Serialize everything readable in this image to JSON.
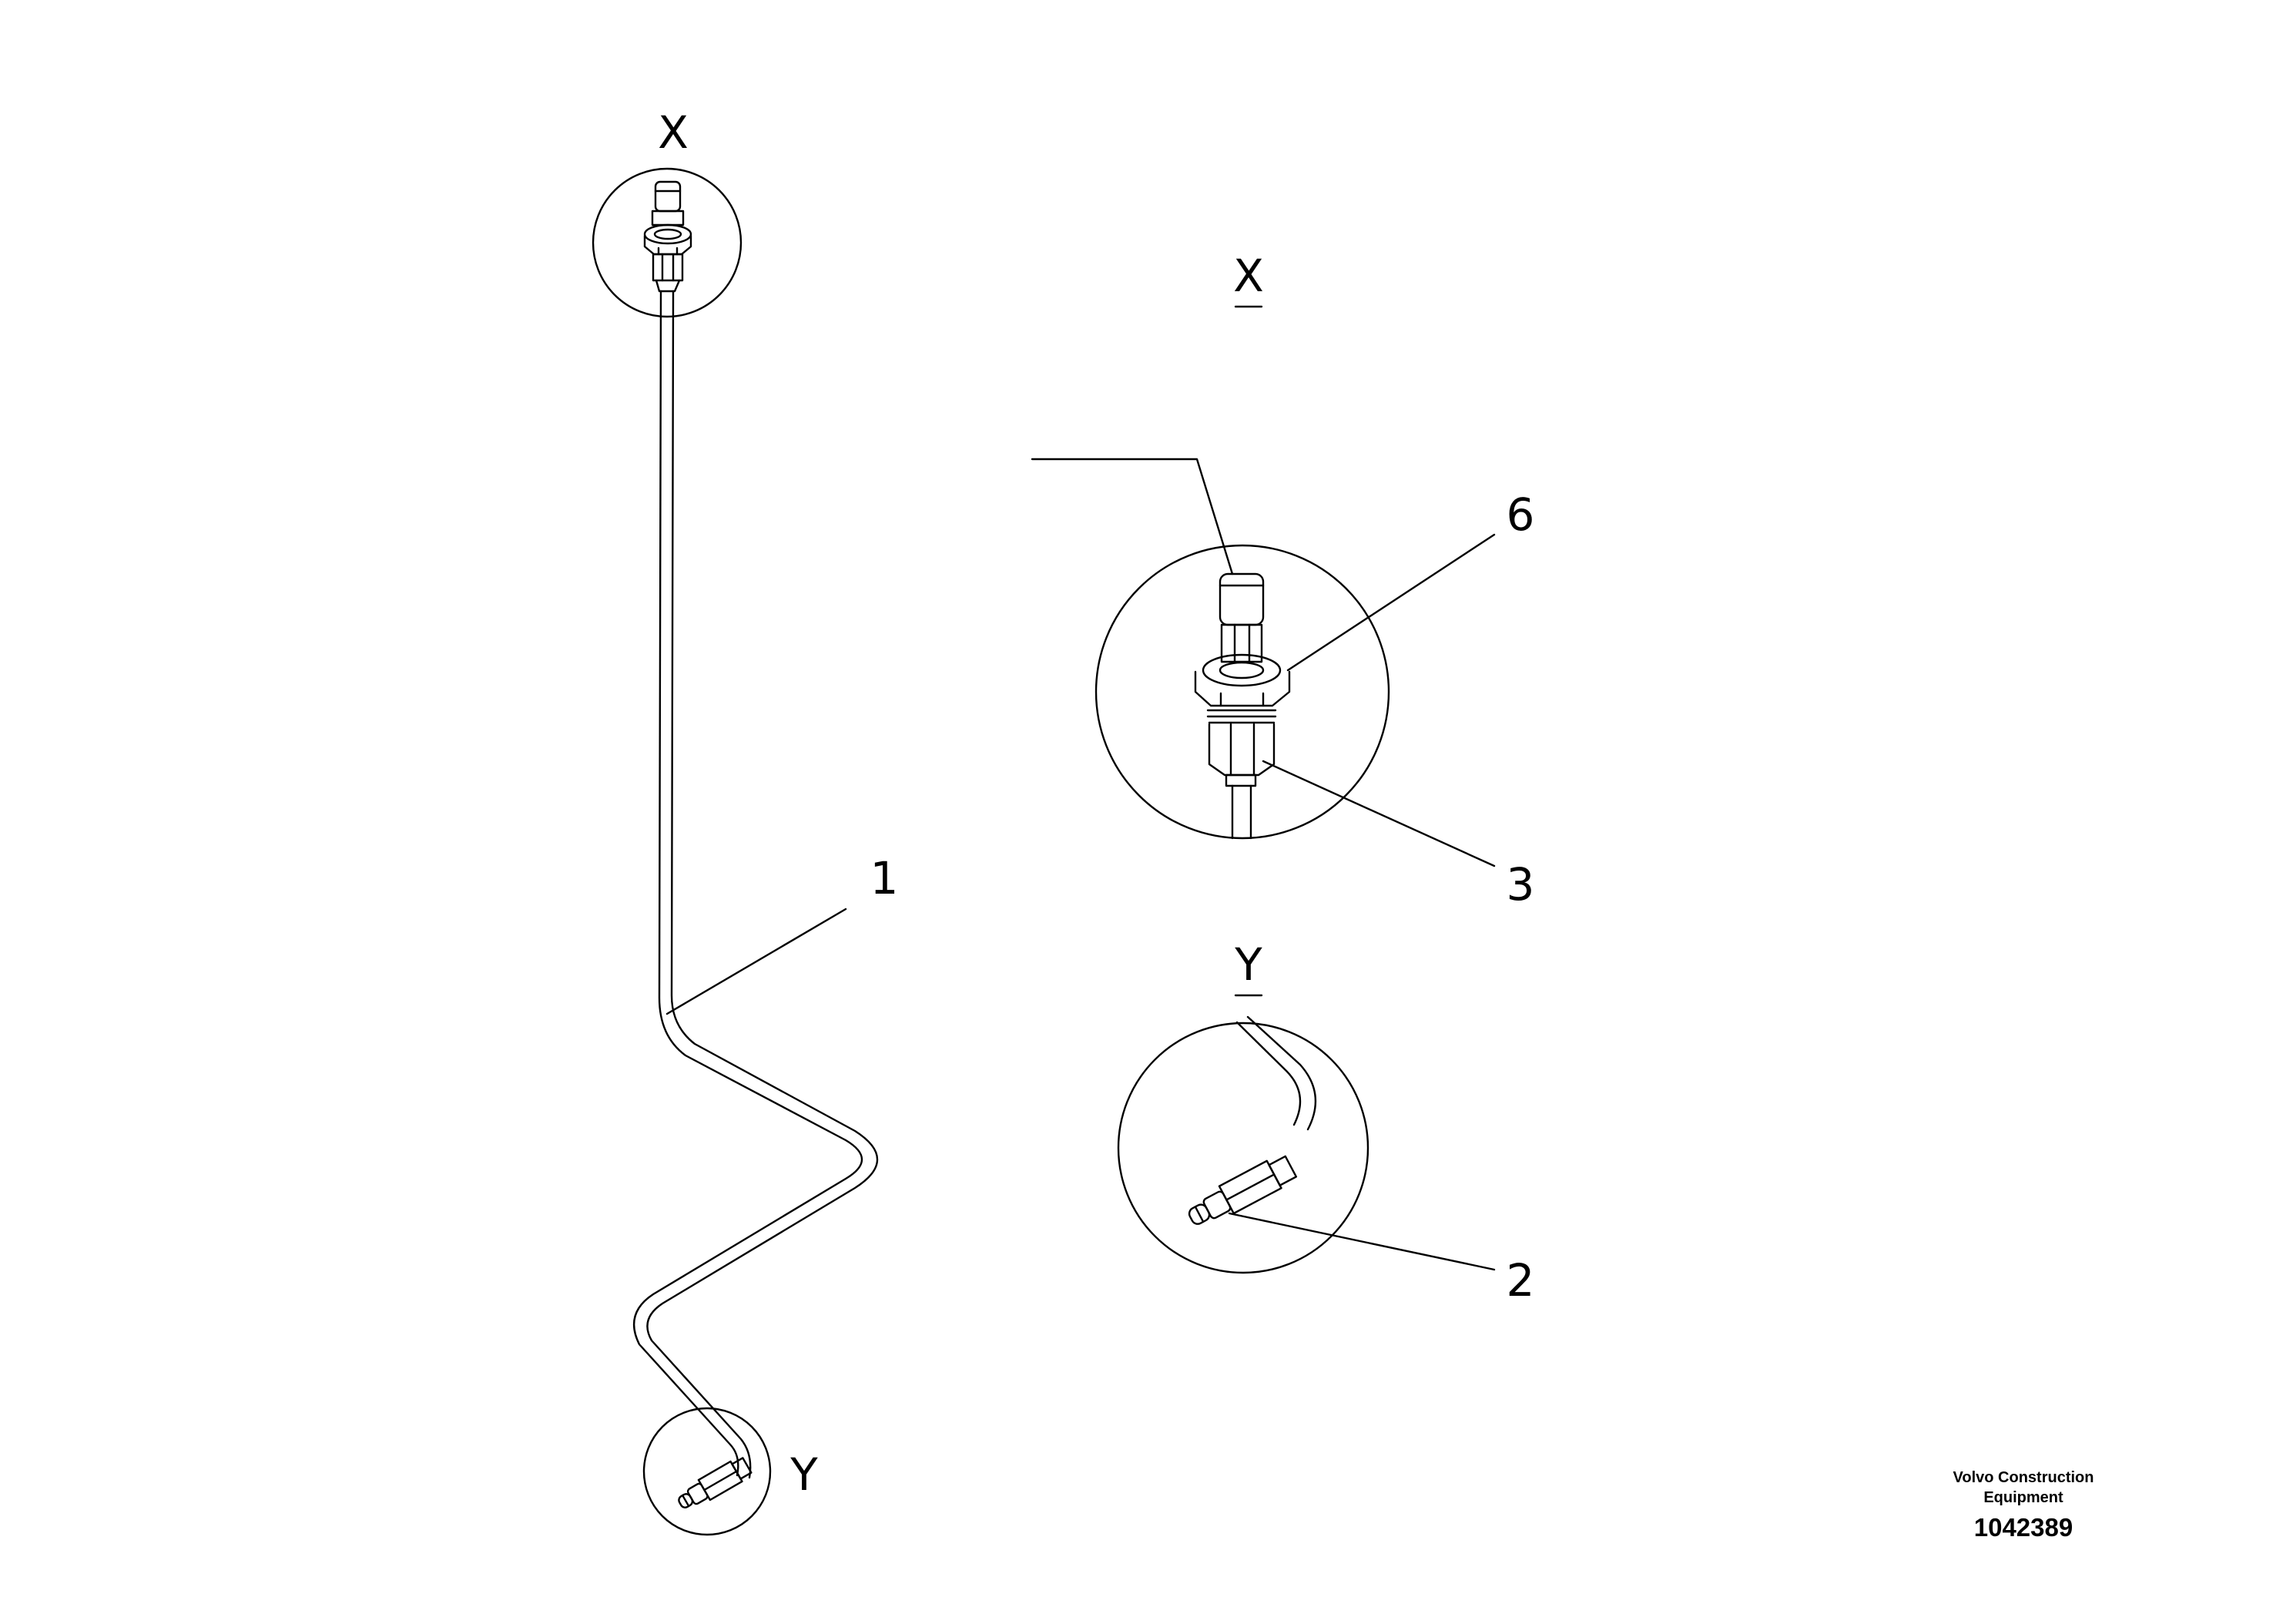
{
  "labels": {
    "view_x": "X",
    "view_y": "Y",
    "detail_x_title": "X",
    "detail_y_title": "Y",
    "callout_1": "1",
    "callout_2": "2",
    "callout_3": "3",
    "callout_6": "6"
  },
  "footer": {
    "company_line1": "Volvo Construction",
    "company_line2": "Equipment",
    "drawing_number": "1042389"
  }
}
